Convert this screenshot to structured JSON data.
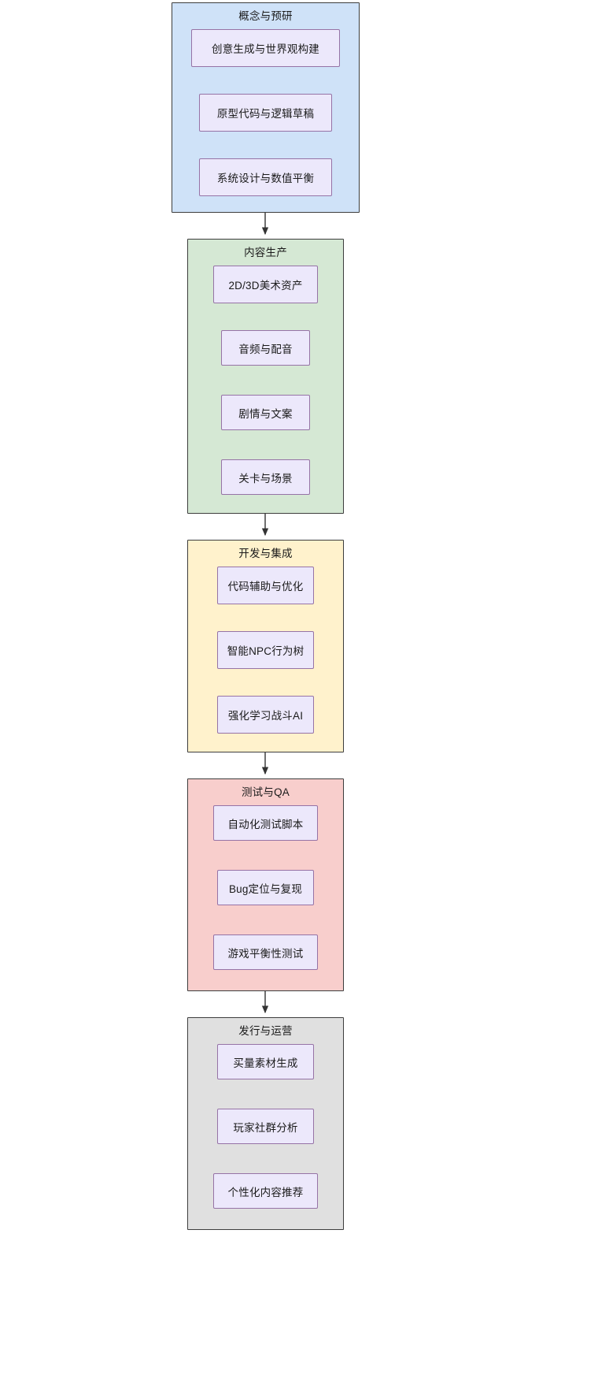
{
  "diagram": {
    "type": "flowchart",
    "direction": "top-to-bottom",
    "title": "",
    "colors": {
      "cluster_stage1_fill": "#cfe2f8",
      "cluster_stage2_fill": "#d5e8d4",
      "cluster_stage3_fill": "#fff2cc",
      "cluster_stage4_fill": "#f8cecc",
      "cluster_stage5_fill": "#e0e0e0",
      "cluster_border": "#3d3d3d",
      "node_fill": "#ece8fb",
      "node_border": "#9673a6",
      "edge_stroke": "#333333",
      "page_background": "#ffffff"
    },
    "clusters": [
      {
        "id": "stage1",
        "label": "概念与预研",
        "fill": "#cfe2f8",
        "nodes": [
          {
            "id": "s1n1",
            "label": "创意生成与世界观构建"
          },
          {
            "id": "s1n2",
            "label": "原型代码与逻辑草稿"
          },
          {
            "id": "s1n3",
            "label": "系统设计与数值平衡"
          }
        ]
      },
      {
        "id": "stage2",
        "label": "内容生产",
        "fill": "#d5e8d4",
        "nodes": [
          {
            "id": "s2n1",
            "label": "2D/3D美术资产"
          },
          {
            "id": "s2n2",
            "label": "音频与配音"
          },
          {
            "id": "s2n3",
            "label": "剧情与文案"
          },
          {
            "id": "s2n4",
            "label": "关卡与场景"
          }
        ]
      },
      {
        "id": "stage3",
        "label": "开发与集成",
        "fill": "#fff2cc",
        "nodes": [
          {
            "id": "s3n1",
            "label": "代码辅助与优化"
          },
          {
            "id": "s3n2",
            "label": "智能NPC行为树"
          },
          {
            "id": "s3n3",
            "label": "强化学习战斗AI"
          }
        ]
      },
      {
        "id": "stage4",
        "label": "测试与QA",
        "fill": "#f8cecc",
        "nodes": [
          {
            "id": "s4n1",
            "label": "自动化测试脚本"
          },
          {
            "id": "s4n2",
            "label": "Bug定位与复现"
          },
          {
            "id": "s4n3",
            "label": "游戏平衡性测试"
          }
        ]
      },
      {
        "id": "stage5",
        "label": "发行与运营",
        "fill": "#e0e0e0",
        "nodes": [
          {
            "id": "s5n1",
            "label": "买量素材生成"
          },
          {
            "id": "s5n2",
            "label": "玩家社群分析"
          },
          {
            "id": "s5n3",
            "label": "个性化内容推荐"
          }
        ]
      }
    ],
    "edges": [
      {
        "from": "stage1",
        "to": "stage2",
        "label": "",
        "arrow": "arrow-down"
      },
      {
        "from": "stage2",
        "to": "stage3",
        "label": "",
        "arrow": "arrow-down"
      },
      {
        "from": "stage3",
        "to": "stage4",
        "label": "",
        "arrow": "arrow-down"
      },
      {
        "from": "stage4",
        "to": "stage5",
        "label": "",
        "arrow": "arrow-down"
      }
    ]
  }
}
